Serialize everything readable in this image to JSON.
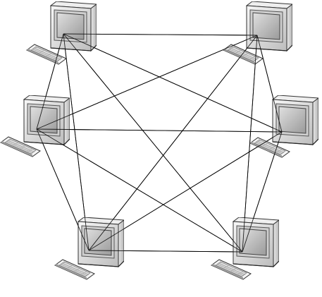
{
  "diagram": {
    "type": "full-mesh-network",
    "node_icon": "desktop-computer-icon",
    "peripheral_icon": "keyboard-icon",
    "nodes": [
      {
        "id": "computer-1",
        "icon": "desktop-computer-icon"
      },
      {
        "id": "computer-2",
        "icon": "desktop-computer-icon"
      },
      {
        "id": "computer-3",
        "icon": "desktop-computer-icon"
      },
      {
        "id": "computer-4",
        "icon": "desktop-computer-icon"
      },
      {
        "id": "computer-5",
        "icon": "desktop-computer-icon"
      },
      {
        "id": "computer-6",
        "icon": "desktop-computer-icon"
      }
    ],
    "links": [
      [
        "computer-1",
        "computer-2"
      ],
      [
        "computer-1",
        "computer-3"
      ],
      [
        "computer-1",
        "computer-4"
      ],
      [
        "computer-1",
        "computer-5"
      ],
      [
        "computer-1",
        "computer-6"
      ],
      [
        "computer-2",
        "computer-3"
      ],
      [
        "computer-2",
        "computer-4"
      ],
      [
        "computer-2",
        "computer-5"
      ],
      [
        "computer-2",
        "computer-6"
      ],
      [
        "computer-3",
        "computer-4"
      ],
      [
        "computer-3",
        "computer-5"
      ],
      [
        "computer-3",
        "computer-6"
      ],
      [
        "computer-4",
        "computer-5"
      ],
      [
        "computer-4",
        "computer-6"
      ],
      [
        "computer-5",
        "computer-6"
      ]
    ],
    "colors": {
      "line": "#000000",
      "case_light": "#f2f2f2",
      "case_mid": "#d4d4d4",
      "case_dark": "#a9a9a9",
      "outline": "#222222"
    }
  }
}
